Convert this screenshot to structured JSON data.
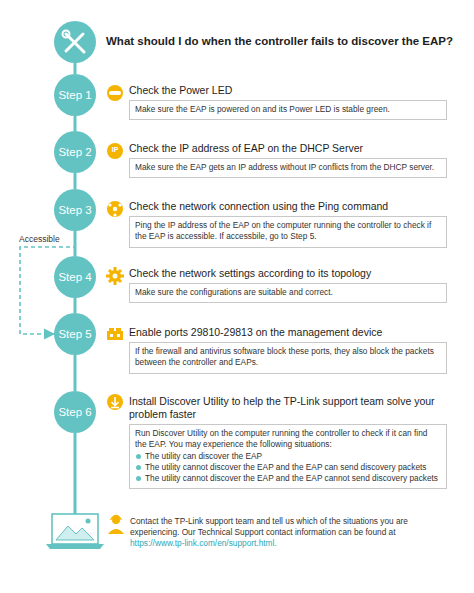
{
  "diagram": {
    "title": "What should I do when the controller fails to discover the EAP?",
    "nodes": [
      {
        "text": [
          "Step 1"
        ]
      },
      {
        "text": [
          "Check the Power LED",
          "Make sure the EAP is powered on and its Power LED is stable green."
        ]
      },
      {
        "text": [
          "Step 2"
        ]
      },
      {
        "text": [
          "Check the IP address of EAP on the DHCP Server",
          "Make sure the EAP gets an IP address without IP conflicts from the DHCP server."
        ]
      },
      {
        "text": [
          "Step 3"
        ]
      },
      {
        "text": [
          "Check the network connection using the Ping command",
          "Ping the IP address of the EAP on the computer running the controller to check if the EAP is accessible. If accessbile, go to Step 5."
        ]
      },
      {
        "text": [
          "Step 4"
        ]
      },
      {
        "text": [
          "Check the network settings according to its topology",
          "Make sure the configurations are suitable and correct."
        ]
      },
      {
        "text": [
          "Step 5"
        ]
      },
      {
        "text": [
          "Enable ports 29810-29813 on the management device",
          "If the firewall and antivirus software block these ports, they also block the packets between the controller and EAPs."
        ]
      },
      {
        "text": [
          "Step 6"
        ]
      },
      {
        "text": [
          "Install Discover Utility to help the TP-Link support team solve your problem faster",
          "Run Discover Utility on the computer running the controller to check if it can find the EAP. You may experience the following situations:",
          "The utility can discover the EAP",
          "The utility cannot discover the EAP and the EAP can send discovery packets",
          "The utility cannot discover the EAP and the EAP cannot send discovery packets"
        ]
      }
    ],
    "edges": [
      {
        "from": 0,
        "to": 2,
        "arrow": "none"
      },
      {
        "from": 2,
        "to": 4,
        "arrow": "none"
      },
      {
        "from": 4,
        "to": 6,
        "arrow": "none"
      },
      {
        "from": 6,
        "to": 8,
        "arrow": "none"
      },
      {
        "from": 8,
        "to": 10,
        "arrow": "none"
      },
      {
        "from": 4,
        "to": 8,
        "label": "Accessible",
        "arrow": "to"
      }
    ],
    "labels": [
      "IP",
      "Contact the TP-Link support team and tell us which of the situations you are experiencing. Our Technical Support contact information can be found at",
      "https://www.tp-link.com/en/support.html."
    ]
  }
}
